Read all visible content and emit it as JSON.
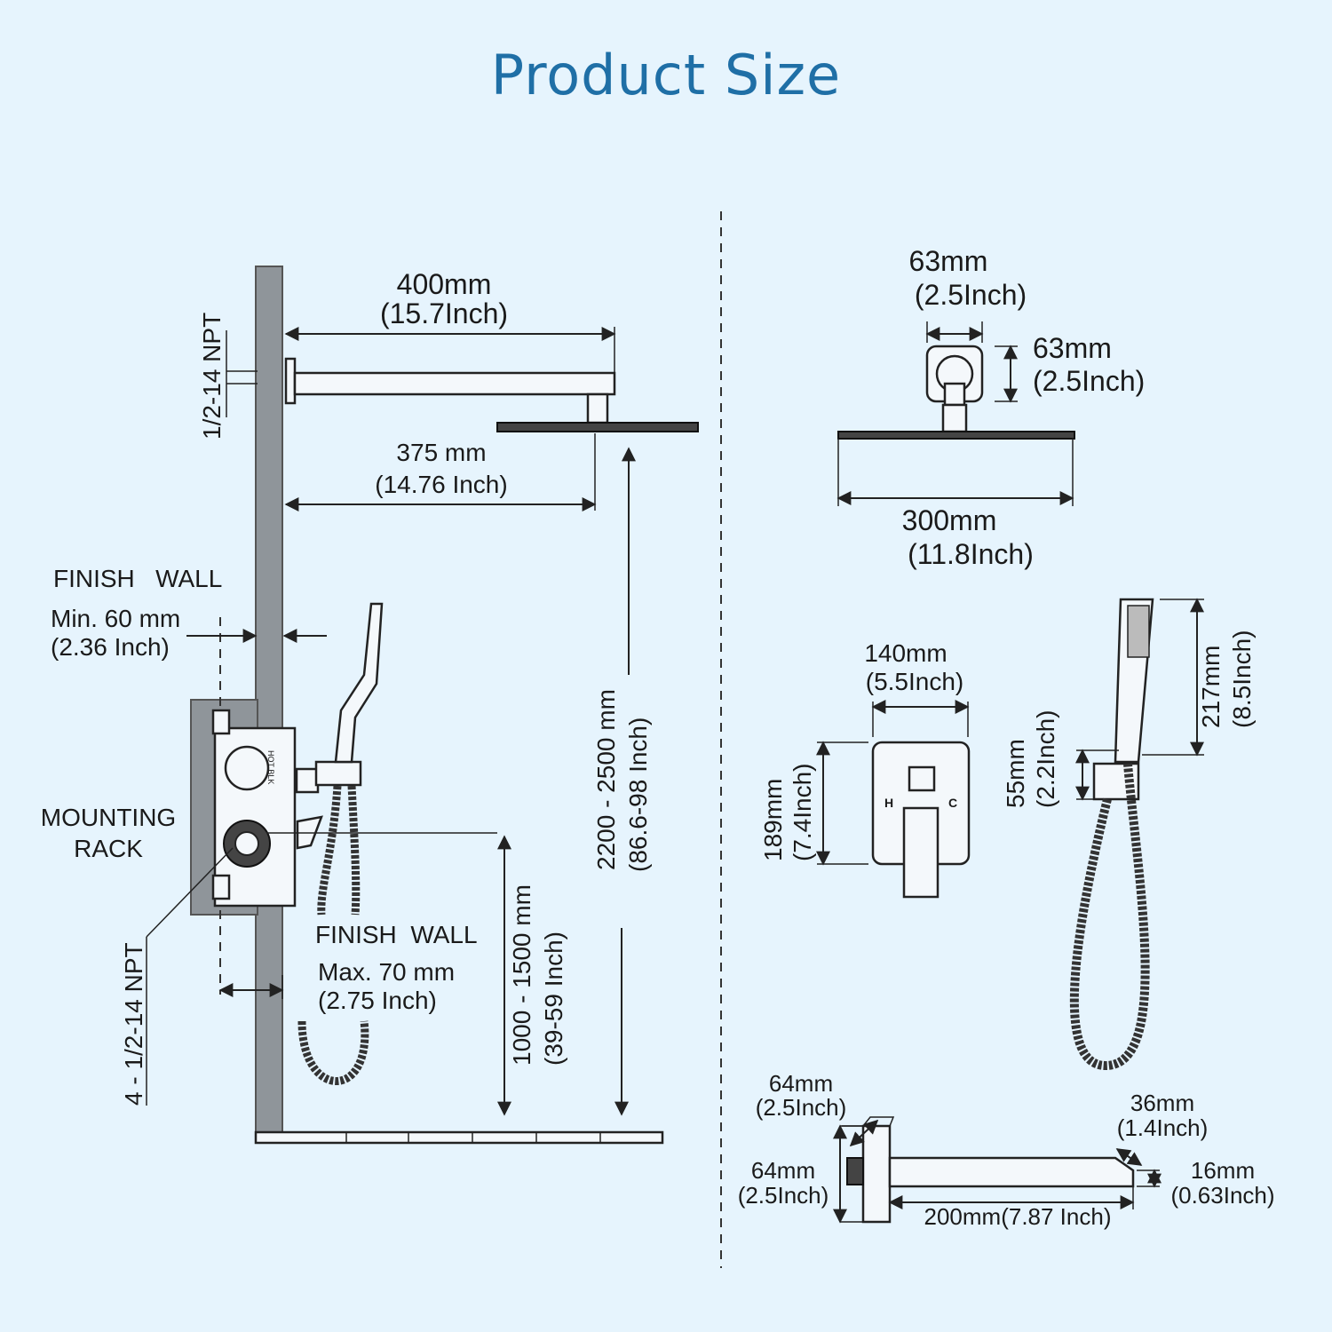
{
  "title": "Product Size",
  "left": {
    "arm_length_mm": "400mm",
    "arm_length_in": "(15.7Inch)",
    "npt_top": "1/2-14 NPT",
    "arm_reach_mm": "375 mm",
    "arm_reach_in": "(14.76 Inch)",
    "finish_wall_top": "FINISH   WALL",
    "finish_min_mm": "Min. 60 mm",
    "finish_min_in": "(2.36 Inch)",
    "mounting_rack_1": "MOUNTING",
    "mounting_rack_2": "RACK",
    "npt_bottom": "4 - 1/2-14 NPT",
    "finish_wall_bottom": "FINISH  WALL",
    "finish_max_mm": "Max. 70 mm",
    "finish_max_in": "(2.75 Inch)",
    "valve_height_mm": "1000 - 1500 mm",
    "valve_height_in": "(39-59 Inch)",
    "head_height_mm": "2200 - 2500 mm",
    "head_height_in": "(86.6-98 Inch)",
    "valve_tag": "HOT BLK"
  },
  "right": {
    "flange_w_mm": "63mm",
    "flange_w_in": "(2.5Inch)",
    "flange_h_mm": "63mm",
    "flange_h_in": "(2.5Inch)",
    "head_w_mm": "300mm",
    "head_w_in": "(11.8Inch)",
    "trim_w_mm": "140mm",
    "trim_w_in": "(5.5Inch)",
    "trim_h_mm": "189mm",
    "trim_h_in": "(7.4Inch)",
    "trim_hot": "H",
    "trim_cold": "C",
    "holder_h_mm": "55mm",
    "holder_h_in": "(2.2Inch)",
    "handheld_h_mm": "217mm",
    "handheld_h_in": "(8.5Inch)",
    "spout_flange_w_mm": "64mm",
    "spout_flange_w_in": "(2.5Inch)",
    "spout_flange_h_mm": "64mm",
    "spout_flange_h_in": "(2.5Inch)",
    "spout_tip_mm": "36mm",
    "spout_tip_in": "(1.4Inch)",
    "spout_outlet_mm": "16mm",
    "spout_outlet_in": "(0.63Inch)",
    "spout_length": "200mm(7.87 Inch)"
  }
}
